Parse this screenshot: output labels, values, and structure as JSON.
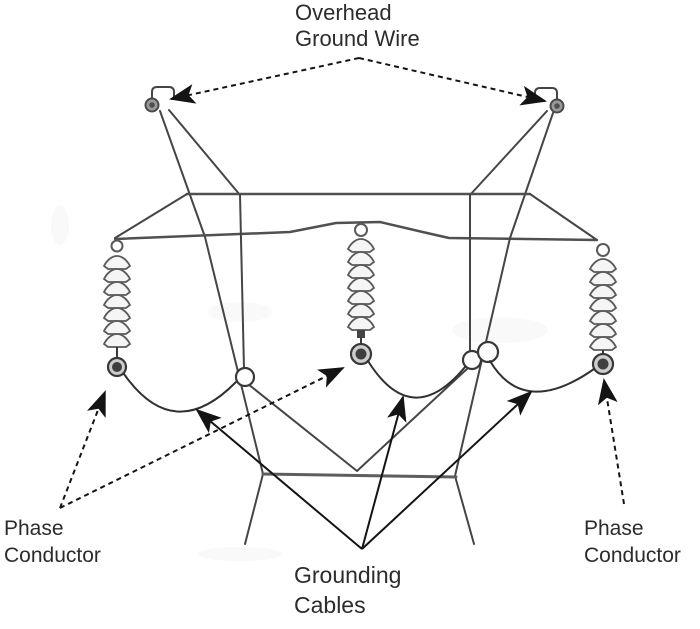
{
  "diagram": {
    "labels": {
      "overhead_ground_wire": {
        "line1": "Overhead",
        "line2": "Ground Wire"
      },
      "phase_conductor_left": {
        "line1": "Phase",
        "line2": "Conductor"
      },
      "phase_conductor_right": {
        "line1": "Phase",
        "line2": "Conductor"
      },
      "grounding_cables": {
        "line1": "Grounding",
        "line2": "Cables"
      }
    },
    "colors": {
      "text": "#2c2c2c",
      "structure_line": "#454545",
      "arrow": "#141414",
      "insulator_fill": "#f5f5f5",
      "background": "#ffffff"
    }
  }
}
